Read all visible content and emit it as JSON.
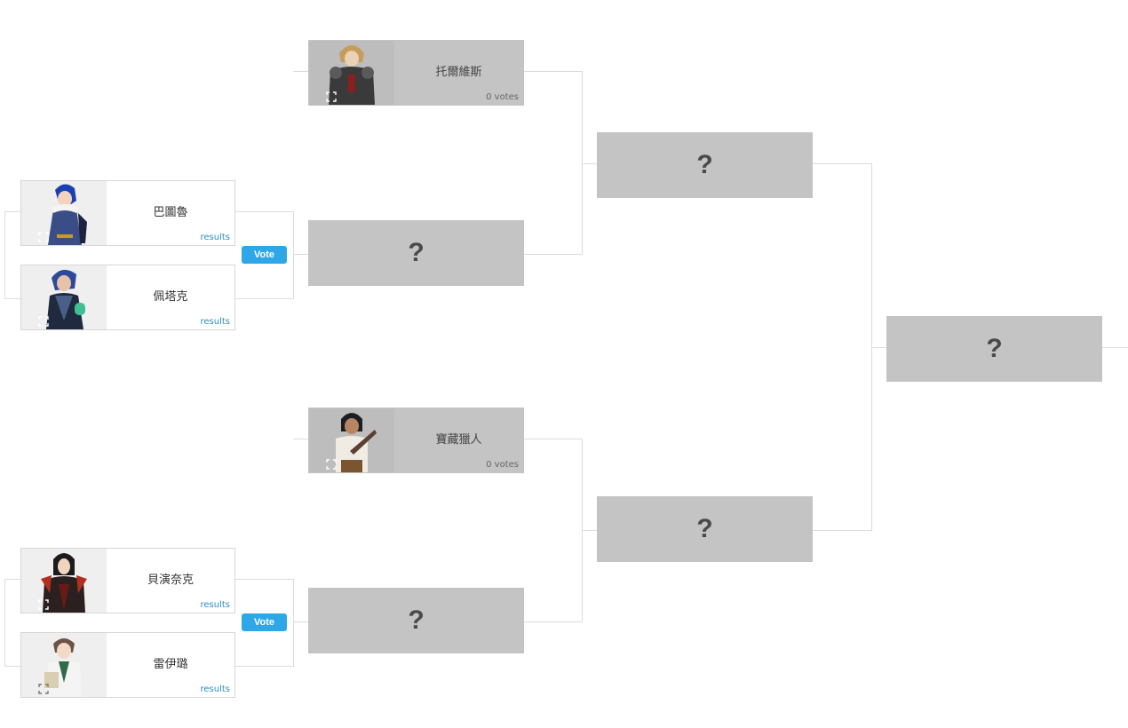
{
  "round1": {
    "top": [
      {
        "name": "巴圖魯",
        "link": "results"
      },
      {
        "name": "佩塔克",
        "link": "results"
      }
    ],
    "bottom": [
      {
        "name": "貝演奈克",
        "link": "results"
      },
      {
        "name": "雷伊璐",
        "link": "results"
      }
    ],
    "vote_label": "Vote"
  },
  "round2": {
    "bye_top": {
      "name": "托爾維斯",
      "votes": "0 votes"
    },
    "bye_bottom": {
      "name": "寶藏獵人",
      "votes": "0 votes"
    },
    "unknown": "?"
  },
  "round3": {
    "unknown": "?"
  },
  "final": {
    "unknown": "?"
  },
  "icons": {
    "expand": "expand-icon"
  },
  "colors": {
    "vote": "#2ea7e8",
    "placeholder": "#c4c4c4",
    "link": "#2a8fc7"
  }
}
